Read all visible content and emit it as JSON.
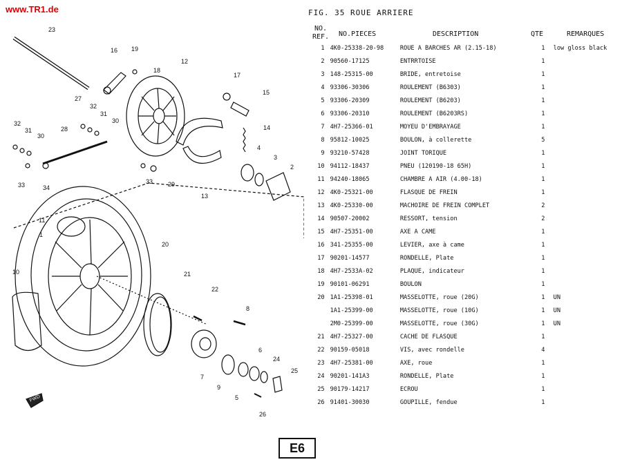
{
  "site": "www.TR1.de",
  "figure_title": "FIG. 35  ROUE ARRIERE",
  "headers": {
    "ref_line1": "NO.",
    "ref_line2": "REF.",
    "part": "NO.PIECES",
    "desc": "DESCRIPTION",
    "qte": "QTE",
    "rem": "REMARQUES"
  },
  "rows": [
    {
      "ref": "1",
      "part": "4K0-25338-20-98",
      "desc": "ROUE A BARCHES AR (2.15-18)",
      "qte": "1",
      "rem": "low gloss black"
    },
    {
      "ref": "2",
      "part": "90560-17125",
      "desc": "ENTRRTOISE",
      "qte": "1",
      "rem": ""
    },
    {
      "ref": "3",
      "part": "148-25315-00",
      "desc": "BRIDE, entretoise",
      "qte": "1",
      "rem": ""
    },
    {
      "ref": "4",
      "part": "93306-30306",
      "desc": "ROULEMENT (B6303)",
      "qte": "1",
      "rem": ""
    },
    {
      "ref": "5",
      "part": "93306-20309",
      "desc": "ROULEMENT (B6203)",
      "qte": "1",
      "rem": ""
    },
    {
      "ref": "6",
      "part": "93306-20310",
      "desc": "ROULEMENT (B6203RS)",
      "qte": "1",
      "rem": ""
    },
    {
      "ref": "7",
      "part": "4H7-25366-01",
      "desc": "MOYEU D'EMBRAYAGE",
      "qte": "1",
      "rem": ""
    },
    {
      "ref": "8",
      "part": "95812-10025",
      "desc": "BOULON, à collerette",
      "qte": "5",
      "rem": ""
    },
    {
      "ref": "9",
      "part": "93210-57428",
      "desc": "JOINT TORIQUE",
      "qte": "1",
      "rem": ""
    },
    {
      "ref": "10",
      "part": "94112-18437",
      "desc": "PNEU (120190-18 65H)",
      "qte": "1",
      "rem": ""
    },
    {
      "ref": "11",
      "part": "94240-18065",
      "desc": "CHAMBRE A AIR (4.00-18)",
      "qte": "1",
      "rem": ""
    },
    {
      "ref": "12",
      "part": "4K0-25321-00",
      "desc": "FLASQUE DE FREIN",
      "qte": "1",
      "rem": ""
    },
    {
      "ref": "13",
      "part": "4K0-25330-00",
      "desc": "MACHOIRE DE FREIN COMPLET",
      "qte": "2",
      "rem": ""
    },
    {
      "ref": "14",
      "part": "90507-20002",
      "desc": "RESSORT, tension",
      "qte": "2",
      "rem": ""
    },
    {
      "ref": "15",
      "part": "4H7-25351-00",
      "desc": "AXE A CAME",
      "qte": "1",
      "rem": ""
    },
    {
      "ref": "16",
      "part": "341-25355-00",
      "desc": "LEVIER, axe à came",
      "qte": "1",
      "rem": ""
    },
    {
      "ref": "17",
      "part": "90201-14577",
      "desc": "RONDELLE, Plate",
      "qte": "1",
      "rem": ""
    },
    {
      "ref": "18",
      "part": "4H7-2533A-02",
      "desc": "PLAQUE, indicateur",
      "qte": "1",
      "rem": ""
    },
    {
      "ref": "19",
      "part": "90101-06291",
      "desc": "BOULON",
      "qte": "1",
      "rem": ""
    },
    {
      "ref": "20",
      "part": "1A1-25398-01",
      "desc": "MASSELOTTE, roue (20G)",
      "qte": "1",
      "rem": "UN"
    },
    {
      "ref": "",
      "part": "1A1-25399-00",
      "desc": "MASSELOTTE, roue (10G)",
      "qte": "1",
      "rem": "UN"
    },
    {
      "ref": "",
      "part": "2M0-25399-00",
      "desc": "MASSELOTTE, roue (30G)",
      "qte": "1",
      "rem": "UN"
    },
    {
      "ref": "21",
      "part": "4H7-25327-00",
      "desc": "CACHE DE FLASQUE",
      "qte": "1",
      "rem": ""
    },
    {
      "ref": "22",
      "part": "90159-05018",
      "desc": "VIS, avec rondelle",
      "qte": "4",
      "rem": ""
    },
    {
      "ref": "23",
      "part": "4H7-25381-00",
      "desc": "AXE, roue",
      "qte": "1",
      "rem": ""
    },
    {
      "ref": "24",
      "part": "90201-141A3",
      "desc": "RONDELLE, Plate",
      "qte": "1",
      "rem": ""
    },
    {
      "ref": "25",
      "part": "90179-14217",
      "desc": "ECROU",
      "qte": "1",
      "rem": ""
    },
    {
      "ref": "26",
      "part": "91401-30030",
      "desc": "GOUPILLE, fendue",
      "qte": "1",
      "rem": ""
    }
  ],
  "diagram_labels": [
    "23",
    "16",
    "19",
    "12",
    "18",
    "17",
    "15",
    "27",
    "32",
    "31",
    "30",
    "14",
    "32",
    "31",
    "30",
    "28",
    "4",
    "3",
    "2",
    "33",
    "34",
    "33",
    "29",
    "13",
    "11",
    "1",
    "20",
    "10",
    "21",
    "22",
    "8",
    "6",
    "24",
    "25",
    "7",
    "9",
    "5",
    "26",
    "FWD"
  ],
  "page_code": "E6"
}
